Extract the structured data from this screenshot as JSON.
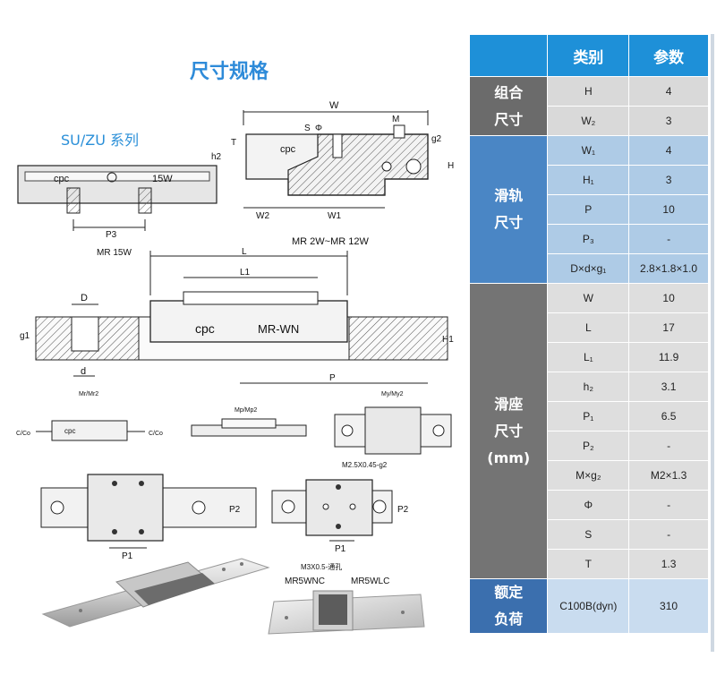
{
  "page": {
    "title": "尺寸规格",
    "series": "SU/ZU 系列"
  },
  "drawing": {
    "label_mr15w": "MR 15W",
    "label_mr2w12w": "MR 2W~MR 12W",
    "label_mr5wnc": "MR5WNC",
    "label_mr5wlc": "MR5WLC",
    "dim_W": "W",
    "dim_M": "M",
    "dim_S": "S",
    "dim_phi": "Φ",
    "dim_T": "T",
    "dim_h2": "h2",
    "dim_g2": "g2",
    "dim_H": "H",
    "dim_W2": "W2",
    "dim_W1": "W1",
    "dim_P3": "P3",
    "dim_L": "L",
    "dim_L1": "L1",
    "dim_D": "D",
    "dim_d": "d",
    "dim_g1": "g1",
    "dim_H1": "H1",
    "dim_P": "P",
    "dim_P1": "P1",
    "dim_P2": "P2",
    "brand_cpc": "cpc",
    "model_mrwn": "MR-WN",
    "model_15w": "15W",
    "moment_mr": "Mr/Mr2",
    "moment_mp": "Mp/Mp2",
    "moment_my": "My/My2",
    "load_c": "C/Co",
    "hole_note": "M2.5X0.45-g2",
    "hole_note2": "M3X0.5-通孔"
  },
  "table": {
    "headers": [
      "",
      "类别",
      "参数"
    ],
    "groups": [
      {
        "label_lines": [
          "组合",
          "尺寸"
        ],
        "rows": [
          [
            "H",
            "4"
          ],
          [
            "W₂",
            "3"
          ]
        ]
      },
      {
        "label_lines": [
          "滑轨",
          "尺寸"
        ],
        "rows": [
          [
            "W₁",
            "4"
          ],
          [
            "H₁",
            "3"
          ],
          [
            "P",
            "10"
          ],
          [
            "P₃",
            "-"
          ],
          [
            "D×d×g₁",
            "2.8×1.8×1.0"
          ]
        ]
      },
      {
        "label_lines": [
          "滑座",
          "尺寸",
          "(mm)"
        ],
        "rows": [
          [
            "W",
            "10"
          ],
          [
            "L",
            "17"
          ],
          [
            "L₁",
            "11.9"
          ],
          [
            "h₂",
            "3.1"
          ],
          [
            "P₁",
            "6.5"
          ],
          [
            "P₂",
            "-"
          ],
          [
            "M×g₂",
            "M2×1.3"
          ],
          [
            "Φ",
            "-"
          ],
          [
            "S",
            "-"
          ],
          [
            "T",
            "1.3"
          ]
        ]
      },
      {
        "label_lines": [
          "额定",
          "负荷"
        ],
        "rows": [
          [
            "C100B(dyn)",
            "310"
          ]
        ]
      }
    ]
  }
}
